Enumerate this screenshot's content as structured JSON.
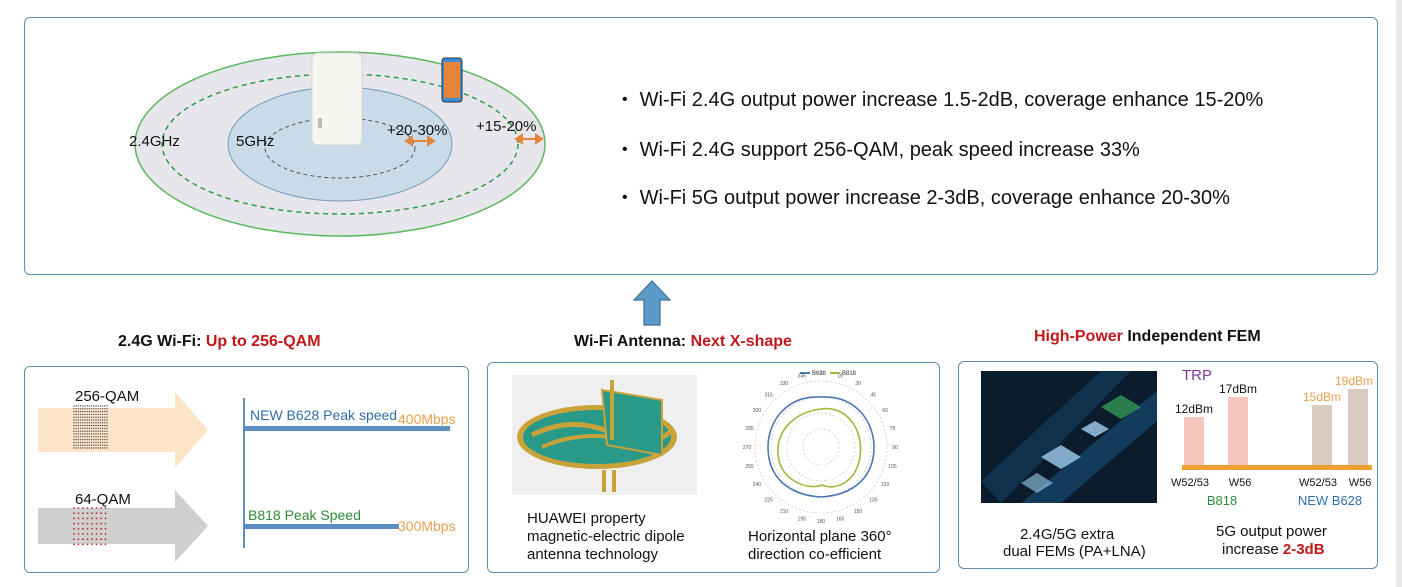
{
  "top": {
    "band_24": "2.4GHz",
    "band_5": "5GHz",
    "gain_5g": "+20-30%",
    "gain_24": "+15-20%",
    "bullets": [
      "Wi-Fi 2.4G output power increase 1.5-2dB, coverage enhance 15-20%",
      "Wi-Fi 2.4G support 256-QAM, peak speed increase 33%",
      "Wi-Fi 5G output power increase 2-3dB, coverage enhance 20-30%"
    ]
  },
  "qam": {
    "title_prefix": "2.4G Wi-Fi: ",
    "title_highlight": "Up to 256-QAM",
    "qam_high": "256-QAM",
    "qam_low": "64-QAM",
    "new_label": "NEW B628 Peak speed",
    "new_value": "400Mbps",
    "old_label": "B818 Peak Speed",
    "old_value": "300Mbps"
  },
  "antenna": {
    "title_prefix": "Wi-Fi Antenna: ",
    "title_highlight": "Next X-shape",
    "caption_left": [
      "HUAWEI  property",
      "magnetic-electric dipole",
      "antenna technology"
    ],
    "caption_right": [
      "Horizontal plane 360°",
      "direction co-efficient"
    ],
    "legend": [
      "B628",
      "B818"
    ]
  },
  "fem": {
    "title_highlight": "High-Power",
    "title_suffix": " Independent FEM",
    "trp": "TRP",
    "caption_left": [
      "2.4G/5G extra",
      "dual FEMs  (PA+LNA)"
    ],
    "caption_right_1": "5G output power",
    "caption_right_2_prefix": "increase ",
    "caption_right_2_highlight": "2-3dB"
  },
  "chart_data": {
    "type": "bar",
    "title": "TRP",
    "series": [
      {
        "name": "B818",
        "categories": [
          "W52/53",
          "W56"
        ],
        "values": [
          12,
          17
        ],
        "labels": [
          "12dBm",
          "17dBm"
        ]
      },
      {
        "name": "NEW B628",
        "categories": [
          "W52/53",
          "W56"
        ],
        "values": [
          15,
          19
        ],
        "labels": [
          "15dBm",
          "19dBm"
        ]
      }
    ],
    "colors": {
      "b818": "#f4c6bc",
      "b628": "#d9cbc2",
      "baseline": "#f0a030",
      "b818_label": "#2f8a3a",
      "b628_label": "#2f6ea8",
      "b628_value": "#e8a050"
    }
  },
  "colors": {
    "accent_red": "#c01818",
    "frame": "#5f8db0",
    "orange": "#e8a050",
    "blue_text": "#2f6ea8",
    "green_text": "#2f8a3a"
  }
}
